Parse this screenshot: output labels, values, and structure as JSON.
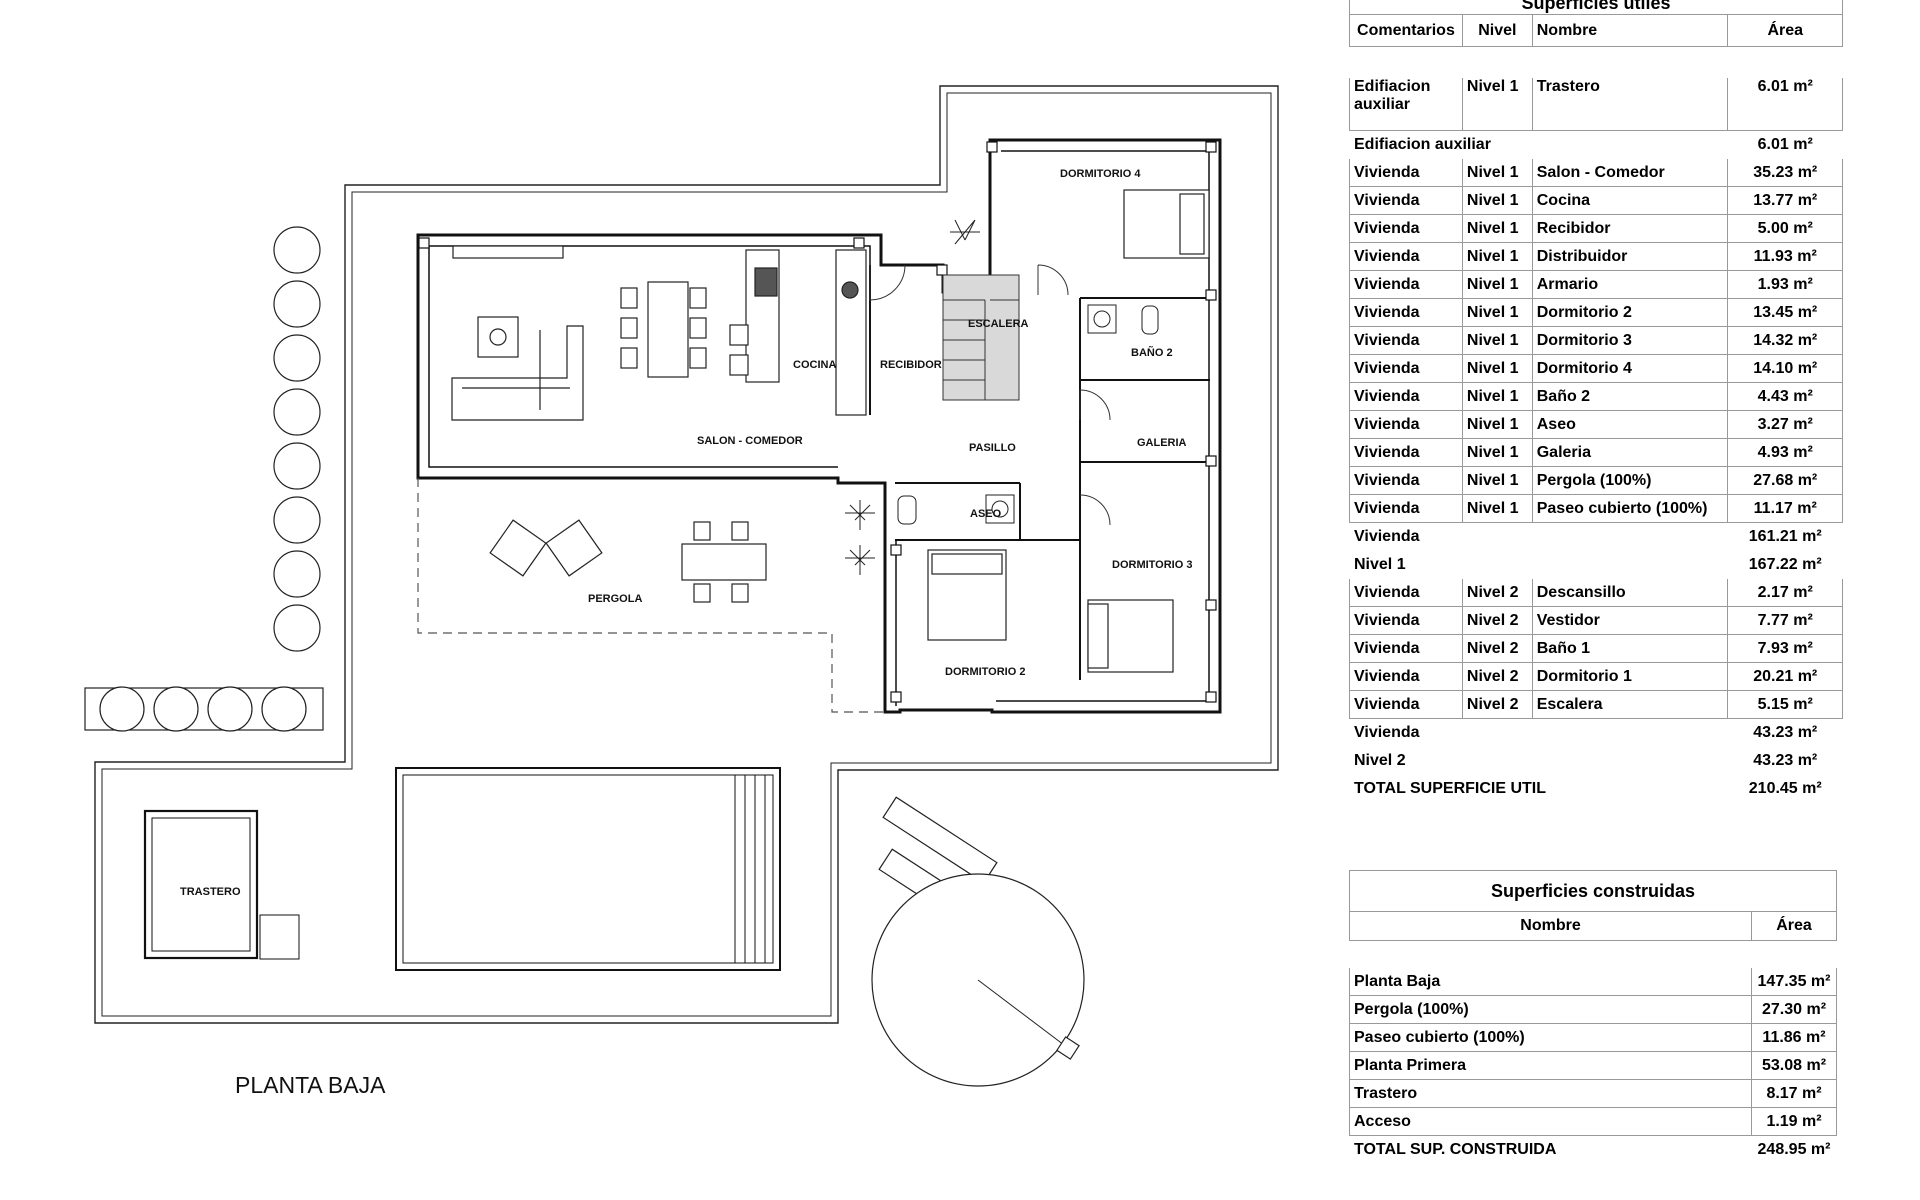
{
  "plan": {
    "title": "PLANTA BAJA",
    "rooms": {
      "dormitorio4": "DORMITORIO 4",
      "escalera": "ESCALERA",
      "bano2": "BAÑO 2",
      "cocina": "COCINA",
      "recibidor": "RECIBIDOR",
      "salon": "SALON - COMEDOR",
      "pasillo": "PASILLO",
      "galeria": "GALERIA",
      "aseo": "ASEO",
      "dormitorio3": "DORMITORIO 3",
      "pergola": "PERGOLA",
      "dormitorio2": "DORMITORIO 2",
      "trastero": "TRASTERO"
    }
  },
  "utiles": {
    "title": "Superficies útiles",
    "headers": {
      "comentarios": "Comentarios",
      "nivel": "Nivel",
      "nombre": "Nombre",
      "area": "Área"
    },
    "rows": [
      {
        "c": "Edifiacion auxiliar",
        "n": "Nivel 1",
        "name": "Trastero",
        "a": "6.01 m²"
      },
      {
        "c": "Edifiacion auxiliar",
        "n": "",
        "name": "",
        "a": "6.01 m²"
      },
      {
        "c": "Vivienda",
        "n": "Nivel 1",
        "name": "Salon - Comedor",
        "a": "35.23 m²"
      },
      {
        "c": "Vivienda",
        "n": "Nivel 1",
        "name": "Cocina",
        "a": "13.77 m²"
      },
      {
        "c": "Vivienda",
        "n": "Nivel 1",
        "name": "Recibidor",
        "a": "5.00 m²"
      },
      {
        "c": "Vivienda",
        "n": "Nivel 1",
        "name": "Distribuidor",
        "a": "11.93 m²"
      },
      {
        "c": "Vivienda",
        "n": "Nivel 1",
        "name": "Armario",
        "a": "1.93 m²"
      },
      {
        "c": "Vivienda",
        "n": "Nivel 1",
        "name": "Dormitorio 2",
        "a": "13.45 m²"
      },
      {
        "c": "Vivienda",
        "n": "Nivel 1",
        "name": "Dormitorio 3",
        "a": "14.32 m²"
      },
      {
        "c": "Vivienda",
        "n": "Nivel 1",
        "name": "Dormitorio 4",
        "a": "14.10 m²"
      },
      {
        "c": "Vivienda",
        "n": "Nivel 1",
        "name": "Baño 2",
        "a": "4.43 m²"
      },
      {
        "c": "Vivienda",
        "n": "Nivel 1",
        "name": "Aseo",
        "a": "3.27 m²"
      },
      {
        "c": "Vivienda",
        "n": "Nivel 1",
        "name": "Galeria",
        "a": "4.93 m²"
      },
      {
        "c": "Vivienda",
        "n": "Nivel 1",
        "name": "Pergola (100%)",
        "a": "27.68 m²"
      },
      {
        "c": "Vivienda",
        "n": "Nivel 1",
        "name": "Paseo cubierto (100%)",
        "a": "11.17 m²"
      },
      {
        "c": "Vivienda",
        "n": "",
        "name": "",
        "a": "161.21 m²"
      },
      {
        "c": "Nivel 1",
        "n": "",
        "name": "",
        "a": "167.22 m²"
      },
      {
        "c": "Vivienda",
        "n": "Nivel 2",
        "name": "Descansillo",
        "a": "2.17 m²"
      },
      {
        "c": "Vivienda",
        "n": "Nivel 2",
        "name": "Vestidor",
        "a": "7.77 m²"
      },
      {
        "c": "Vivienda",
        "n": "Nivel 2",
        "name": "Baño 1",
        "a": "7.93 m²"
      },
      {
        "c": "Vivienda",
        "n": "Nivel 2",
        "name": "Dormitorio 1",
        "a": "20.21 m²"
      },
      {
        "c": "Vivienda",
        "n": "Nivel 2",
        "name": "Escalera",
        "a": "5.15 m²"
      },
      {
        "c": "Vivienda",
        "n": "",
        "name": "",
        "a": "43.23 m²"
      },
      {
        "c": "Nivel 2",
        "n": "",
        "name": "",
        "a": "43.23 m²"
      },
      {
        "c": "TOTAL SUPERFICIE UTIL",
        "n": "",
        "name": "",
        "a": "210.45 m²"
      }
    ]
  },
  "construidas": {
    "title": "Superficies construidas",
    "headers": {
      "nombre": "Nombre",
      "area": "Área"
    },
    "rows": [
      {
        "name": "Planta Baja",
        "a": "147.35 m²"
      },
      {
        "name": "Pergola (100%)",
        "a": "27.30 m²"
      },
      {
        "name": "Paseo cubierto (100%)",
        "a": "11.86 m²"
      },
      {
        "name": "Planta Primera",
        "a": "53.08 m²"
      },
      {
        "name": "Trastero",
        "a": "8.17 m²"
      },
      {
        "name": "Acceso",
        "a": "1.19 m²"
      },
      {
        "name": "TOTAL SUP. CONSTRUIDA",
        "a": "248.95 m²"
      }
    ]
  }
}
